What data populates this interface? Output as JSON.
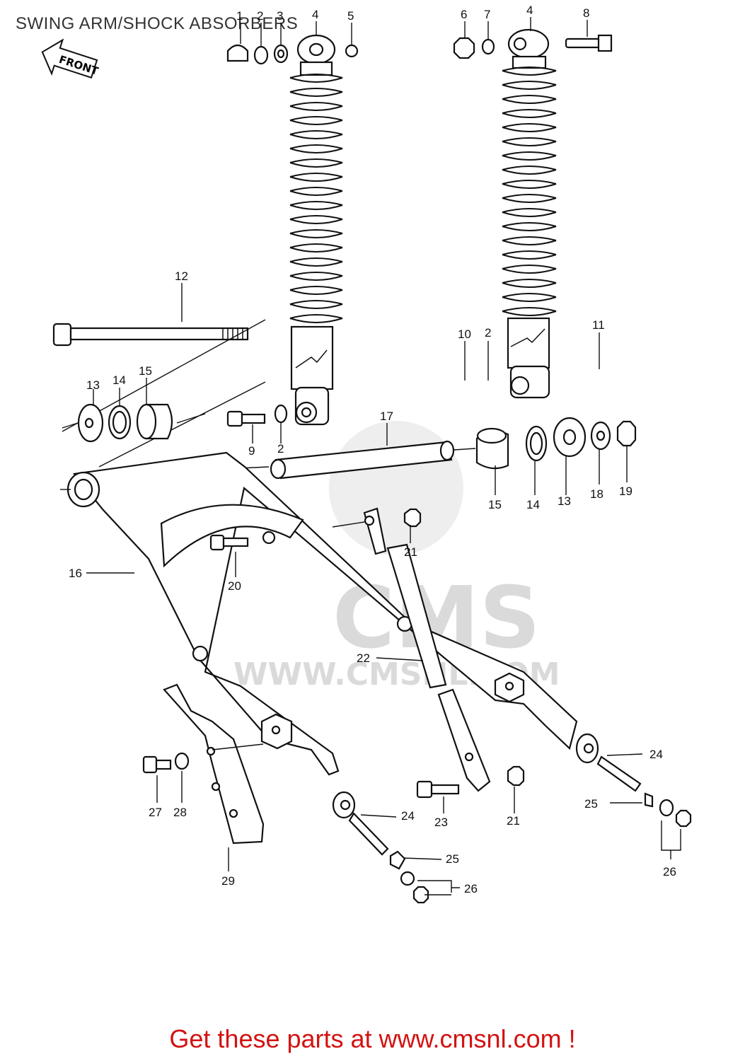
{
  "title": "SWING ARM/SHOCK ABSORBERS",
  "front_badge": "FRONT",
  "cta": "Get these parts at www.cmsnl.com !",
  "watermark": {
    "brand": "CMS",
    "url": "WWW.CMSNL.COM"
  },
  "callouts": {
    "c1": "1",
    "c2a": "2",
    "c3": "3",
    "c4a": "4",
    "c5": "5",
    "c6": "6",
    "c7": "7",
    "c4b": "4",
    "c8": "8",
    "c12": "12",
    "c10": "10",
    "c2b": "2",
    "c11": "11",
    "c13a": "13",
    "c14a": "14",
    "c15a": "15",
    "c9": "9",
    "c2c": "2",
    "c17": "17",
    "c15b": "15",
    "c14b": "14",
    "c13b": "13",
    "c18": "18",
    "c19": "19",
    "c16": "16",
    "c20": "20",
    "c21a": "21",
    "c22": "22",
    "c24a": "24",
    "c24b": "24",
    "c25a": "25",
    "c25b": "25",
    "c27": "27",
    "c28": "28",
    "c23": "23",
    "c21b": "21",
    "c26a": "26",
    "c26b": "26",
    "c29": "29"
  }
}
